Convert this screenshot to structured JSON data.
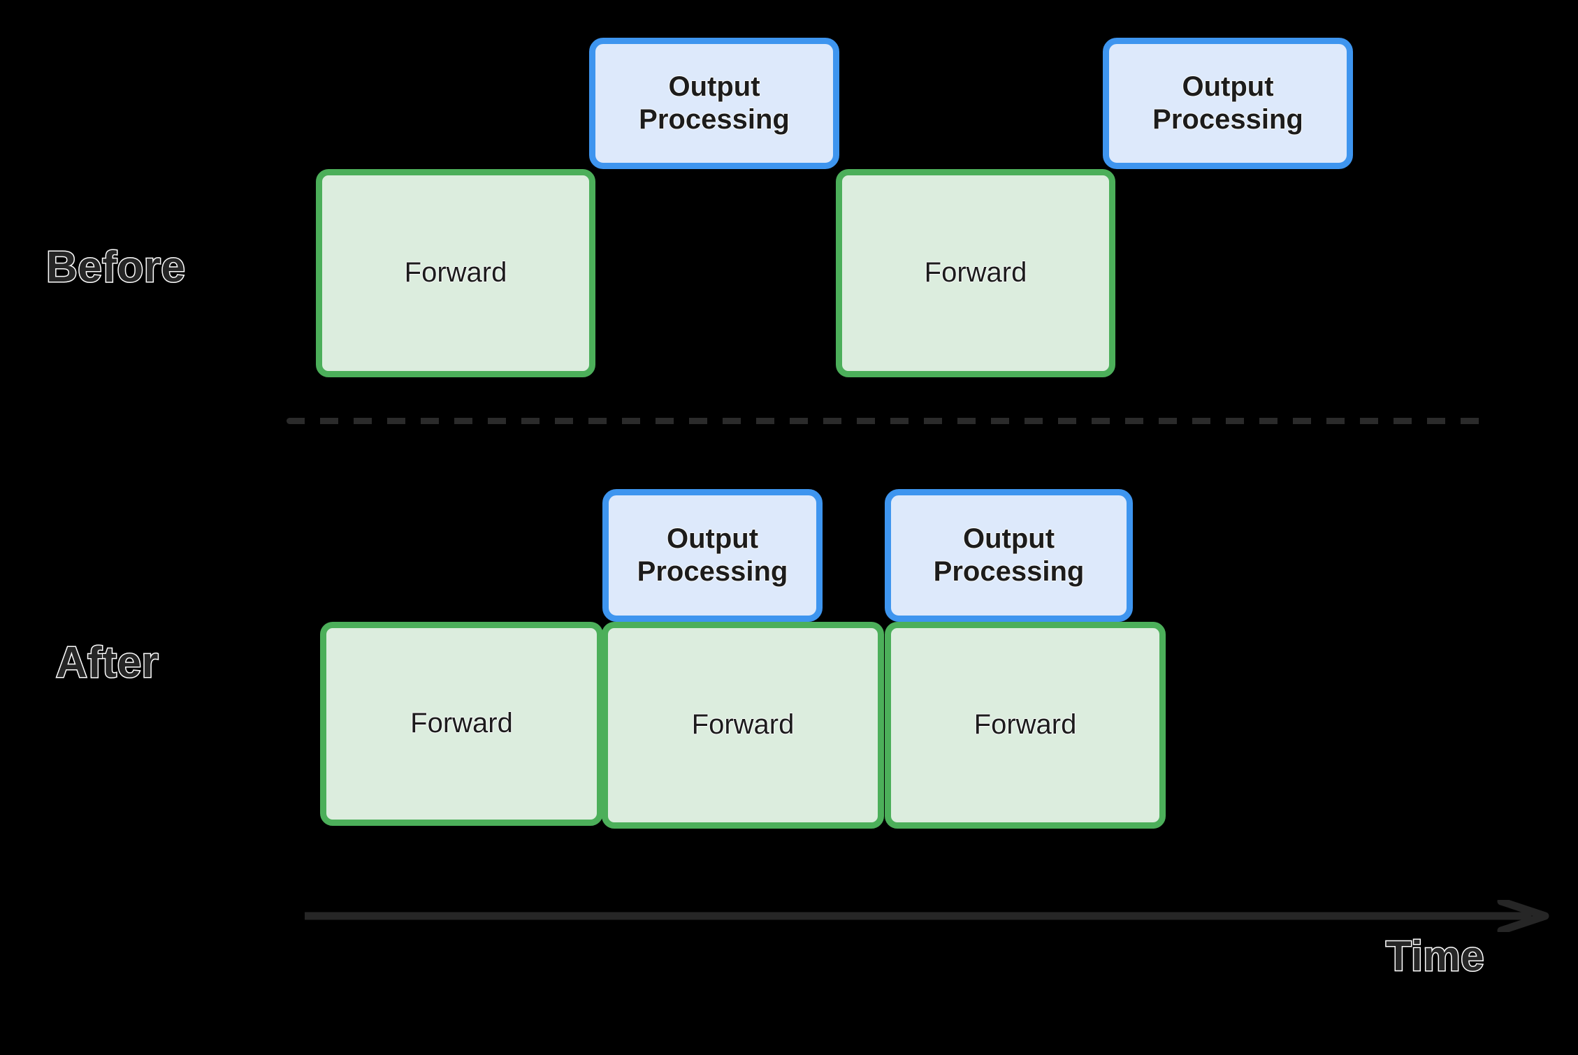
{
  "diagram": {
    "title_visible": false,
    "background_color": "#000000",
    "axis": {
      "label": "Time",
      "arrow_direction": "right",
      "arrow_color": "#262626"
    },
    "divider": {
      "style": "dashed",
      "color": "#2b2b2b"
    },
    "palette": {
      "forward_fill": "#dcedde",
      "forward_border": "#4caf5a",
      "output_fill": "#dde9fb",
      "output_border": "#3e95ef",
      "text_color": "#1c1c1c",
      "label_stroke": "#ffffff"
    },
    "rows": [
      {
        "label": "Before",
        "blocks": [
          {
            "kind": "forward",
            "text": "Forward"
          },
          {
            "kind": "output",
            "text": "Output\nProcessing",
            "line1": "Output",
            "line2": "Processing"
          },
          {
            "kind": "forward",
            "text": "Forward"
          },
          {
            "kind": "output",
            "text": "Output\nProcessing",
            "line1": "Output",
            "line2": "Processing"
          }
        ]
      },
      {
        "label": "After",
        "blocks": [
          {
            "kind": "forward",
            "text": "Forward"
          },
          {
            "kind": "forward",
            "text": "Forward"
          },
          {
            "kind": "forward",
            "text": "Forward"
          },
          {
            "kind": "output",
            "text": "Output\nProcessing",
            "line1": "Output",
            "line2": "Processing"
          },
          {
            "kind": "output",
            "text": "Output\nProcessing",
            "line1": "Output",
            "line2": "Processing"
          }
        ]
      }
    ],
    "labels": {
      "forward": "Forward",
      "output_line1": "Output",
      "output_line2": "Processing",
      "before": "Before",
      "after": "After",
      "time": "Time"
    }
  }
}
